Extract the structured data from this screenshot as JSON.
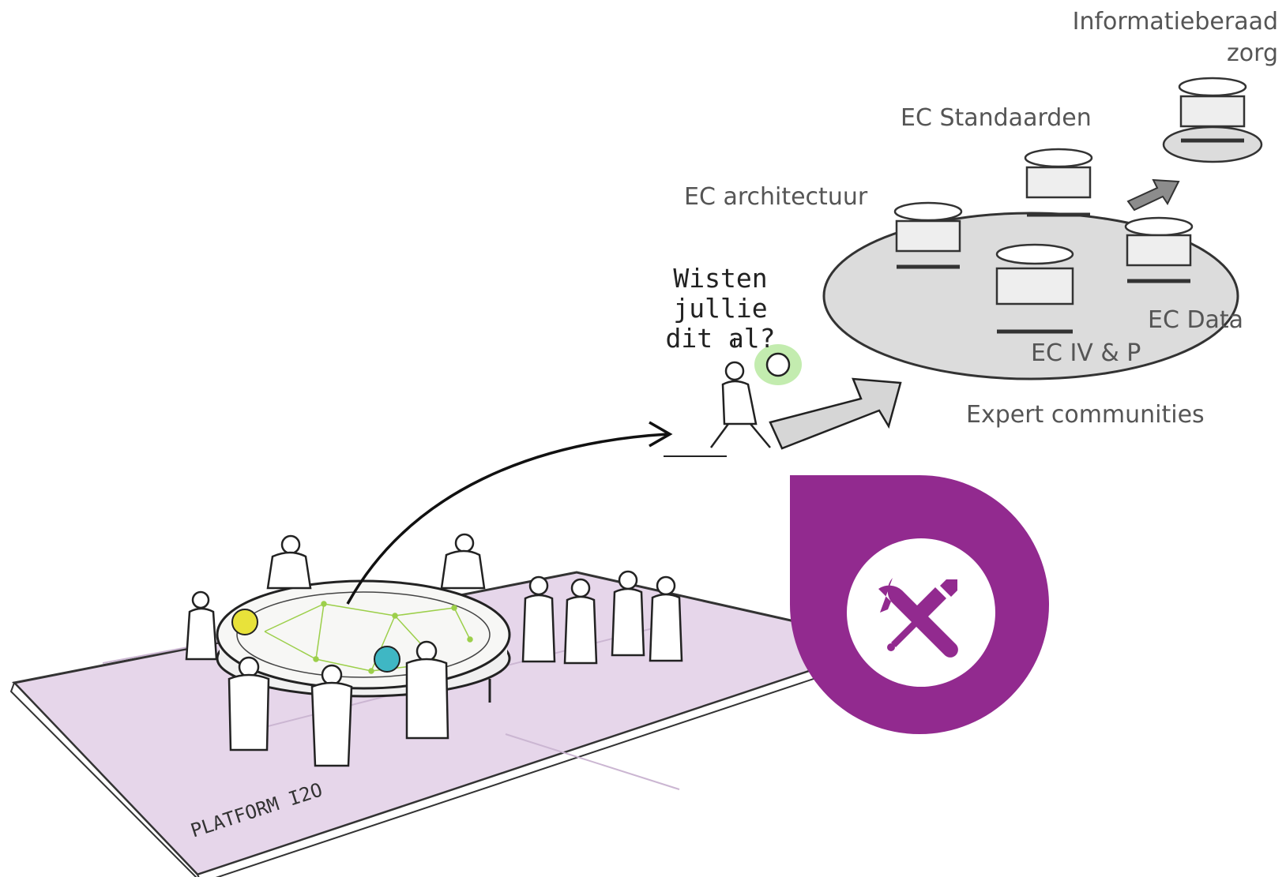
{
  "labels": {
    "informatieberaad": [
      "Informatieberaad",
      "zorg"
    ],
    "ec_standaarden": "EC Standaarden",
    "ec_architectuur": "EC architectuur",
    "ec_data": "EC Data",
    "ec_iv_p": "EC IV & P",
    "expert_communities": "Expert communities",
    "speech_bubble": [
      "Wisten jullie",
      "dit al?"
    ],
    "platform": "PLATFORM I2O"
  },
  "badge": {
    "color": "#922a8f",
    "icon": "tools-icon"
  },
  "colors": {
    "platform_floor": "#e6d6ea",
    "hub": "#e2e2e2",
    "idea_yellow": "#e8e23a",
    "idea_teal": "#3fb7c4",
    "idea_green": "#9be07a",
    "network_green": "#9ccf4a"
  }
}
